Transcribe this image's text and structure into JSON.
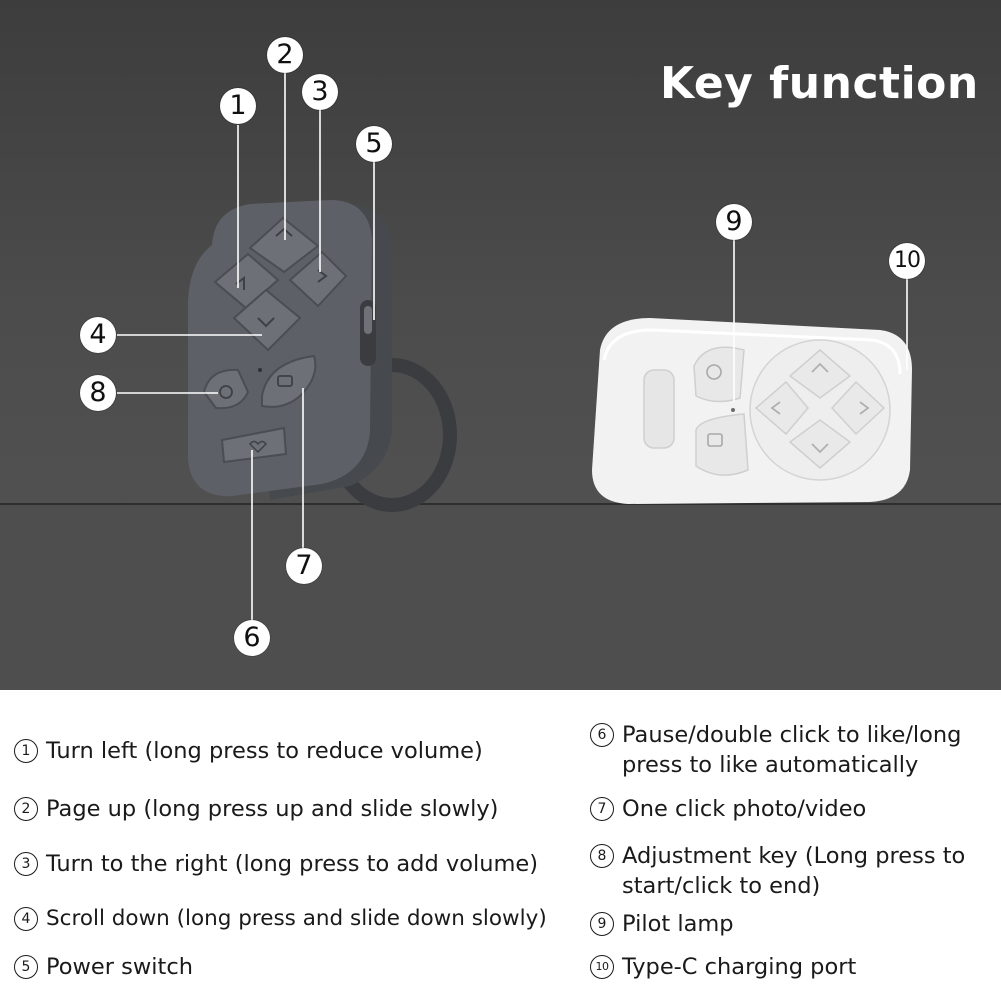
{
  "title": "Key function",
  "callouts": [
    "1",
    "2",
    "3",
    "4",
    "5",
    "6",
    "7",
    "8",
    "9",
    "10"
  ],
  "legend": [
    {
      "num": "1",
      "text": "Turn left (long press to reduce volume)"
    },
    {
      "num": "2",
      "text": "Page up (long press up and slide slowly)"
    },
    {
      "num": "3",
      "text": "Turn to the right (long press to add volume)"
    },
    {
      "num": "4",
      "text": "Scroll down (long press and slide down slowly)"
    },
    {
      "num": "5",
      "text": "Power switch"
    },
    {
      "num": "6",
      "text": "Pause/double click to like/long press to like automatically"
    },
    {
      "num": "7",
      "text": "One click photo/video"
    },
    {
      "num": "8",
      "text": "Adjustment key (Long press to start/click to end)"
    },
    {
      "num": "9",
      "text": "Pilot lamp"
    },
    {
      "num": "10",
      "text": "Type-C charging port"
    }
  ],
  "colors": {
    "background_dark": "#4a4a4a",
    "device_dark": "#5a5d62",
    "device_white": "#f2f2f2",
    "callout_fill": "#ffffff",
    "text": "#1a1a1a"
  }
}
